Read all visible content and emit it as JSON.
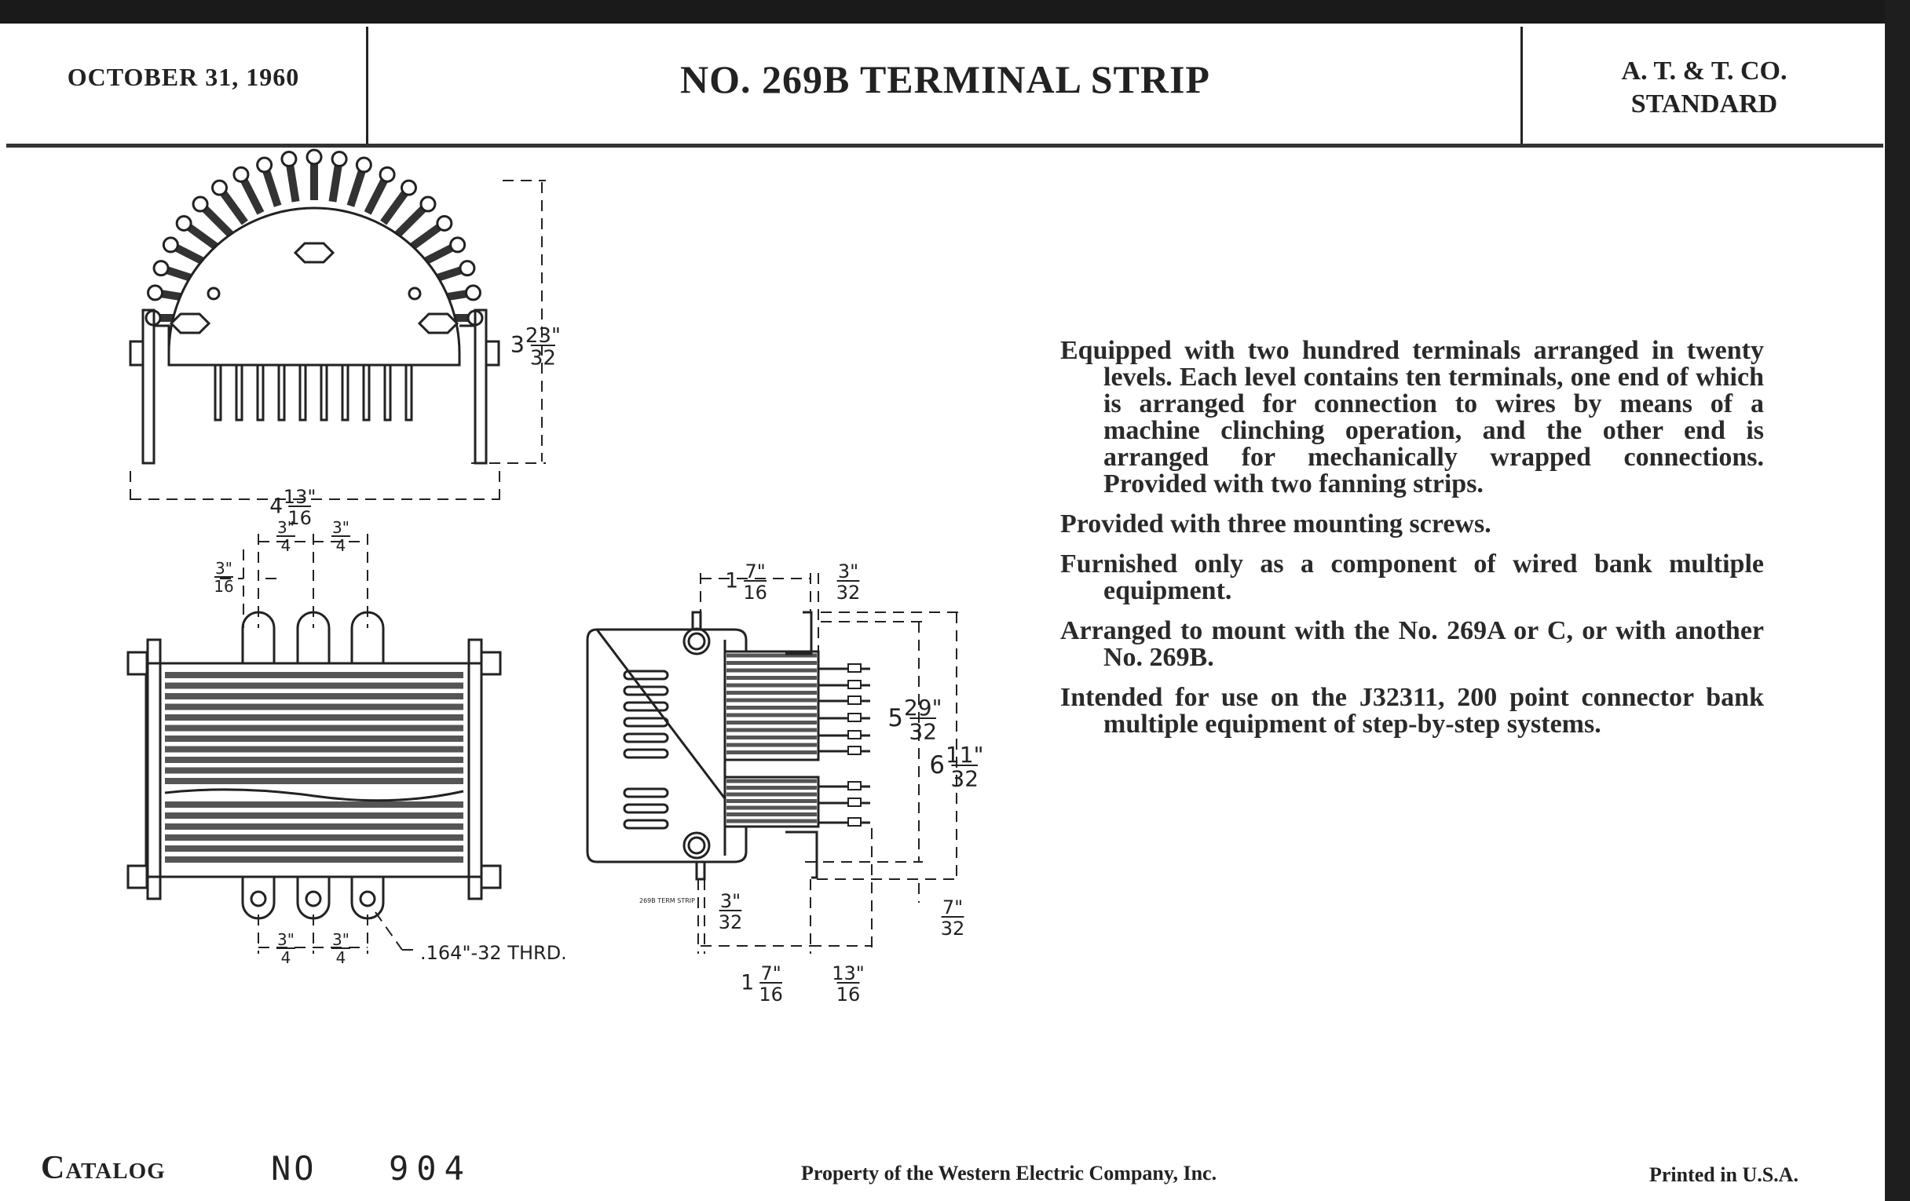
{
  "header": {
    "date": "OCTOBER 31, 1960",
    "title": "NO. 269B TERMINAL STRIP",
    "standard_line1": "A. T. & T. CO.",
    "standard_line2": "STANDARD"
  },
  "description": [
    "Equipped with two hundred terminals arranged in twenty levels. Each level contains ten terminals, one end of which is arranged for connection to wires by means of a machine clinching operation, and the other end is arranged for mechanically wrapped connections. Provided with two fanning strips.",
    "Provided with three mounting screws.",
    "Furnished only as a component of wired bank multiple equipment.",
    "Arranged to mount with the No. 269A or C, or with another No. 269B.",
    "Intended for use on the J32311, 200 point connector bank multiple equipment of step-by-step systems."
  ],
  "drawing": {
    "side_view_label": "269B TERM STRIP",
    "thread_note": ".164\"-32 THRD.",
    "dims": {
      "top_height": {
        "whole": "3",
        "num": "23\"",
        "den": "32"
      },
      "top_width": {
        "whole": "4",
        "num": "13\"",
        "den": "16"
      },
      "lug_spacing_top_1": {
        "whole": "",
        "num": "3\"",
        "den": "4"
      },
      "lug_spacing_top_2": {
        "whole": "",
        "num": "3\"",
        "den": "4"
      },
      "lug_slot": {
        "whole": "",
        "num": "3\"",
        "den": "16"
      },
      "lug_spacing_bottom_1": {
        "whole": "",
        "num": "3\"",
        "den": "4"
      },
      "lug_spacing_bottom_2": {
        "whole": "",
        "num": "3\"",
        "den": "4"
      },
      "side_top_depth": {
        "whole": "1",
        "num": "7\"",
        "den": "16"
      },
      "side_top_offset": {
        "whole": "",
        "num": "3\"",
        "den": "32"
      },
      "side_inner_height": {
        "whole": "5",
        "num": "29\"",
        "den": "32"
      },
      "side_outer_height": {
        "whole": "6",
        "num": "11\"",
        "den": "32"
      },
      "side_bottom_offset": {
        "whole": "",
        "num": "7\"",
        "den": "32"
      },
      "side_stub_width": {
        "whole": "",
        "num": "3\"",
        "den": "32"
      },
      "side_bottom_depth": {
        "whole": "1",
        "num": "7\"",
        "den": "16"
      },
      "side_terminal_length": {
        "whole": "",
        "num": "13\"",
        "den": "16"
      }
    }
  },
  "footer": {
    "catalog_label": "Catalog",
    "no_label": "NO",
    "catalog_number": "904",
    "property": "Property of the Western Electric Company, Inc.",
    "printed": "Printed in U.S.A."
  }
}
